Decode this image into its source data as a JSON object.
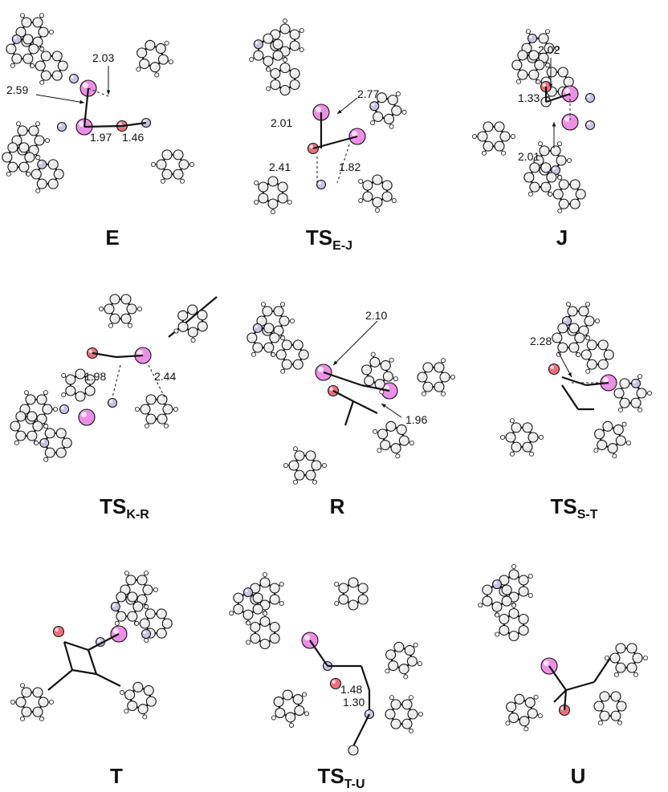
{
  "colors": {
    "carbon": "#ececec",
    "hydrogen": "#ffffff",
    "nitrogen": "#c9c3e2",
    "boron": "#ee8fe6",
    "oxygen": "#ee6f7a",
    "outline": "#111111"
  },
  "panels": [
    {
      "id": "E",
      "label": "E",
      "sub": "",
      "distances": [
        "2.03",
        "2.59",
        "1.97",
        "1.46"
      ]
    },
    {
      "id": "TS_E-J",
      "label": "TS",
      "sub": "E-J",
      "distances": [
        "2.77",
        "2.01",
        "2.41",
        "1.82"
      ]
    },
    {
      "id": "J",
      "label": "J",
      "sub": "",
      "distances": [
        "2.02",
        "1.33",
        "2.01"
      ]
    },
    {
      "id": "TS_K-R",
      "label": "TS",
      "sub": "K-R",
      "distances": [
        "1.98",
        "2.44"
      ]
    },
    {
      "id": "R",
      "label": "R",
      "sub": "",
      "distances": [
        "2.10",
        "1.96"
      ]
    },
    {
      "id": "TS_S-T",
      "label": "TS",
      "sub": "S-T",
      "distances": [
        "2.28"
      ]
    },
    {
      "id": "T",
      "label": "T",
      "sub": "",
      "distances": []
    },
    {
      "id": "TS_T-U",
      "label": "TS",
      "sub": "T-U",
      "distances": [
        "1.48",
        "1.30"
      ]
    },
    {
      "id": "U",
      "label": "U",
      "sub": "",
      "distances": []
    }
  ]
}
